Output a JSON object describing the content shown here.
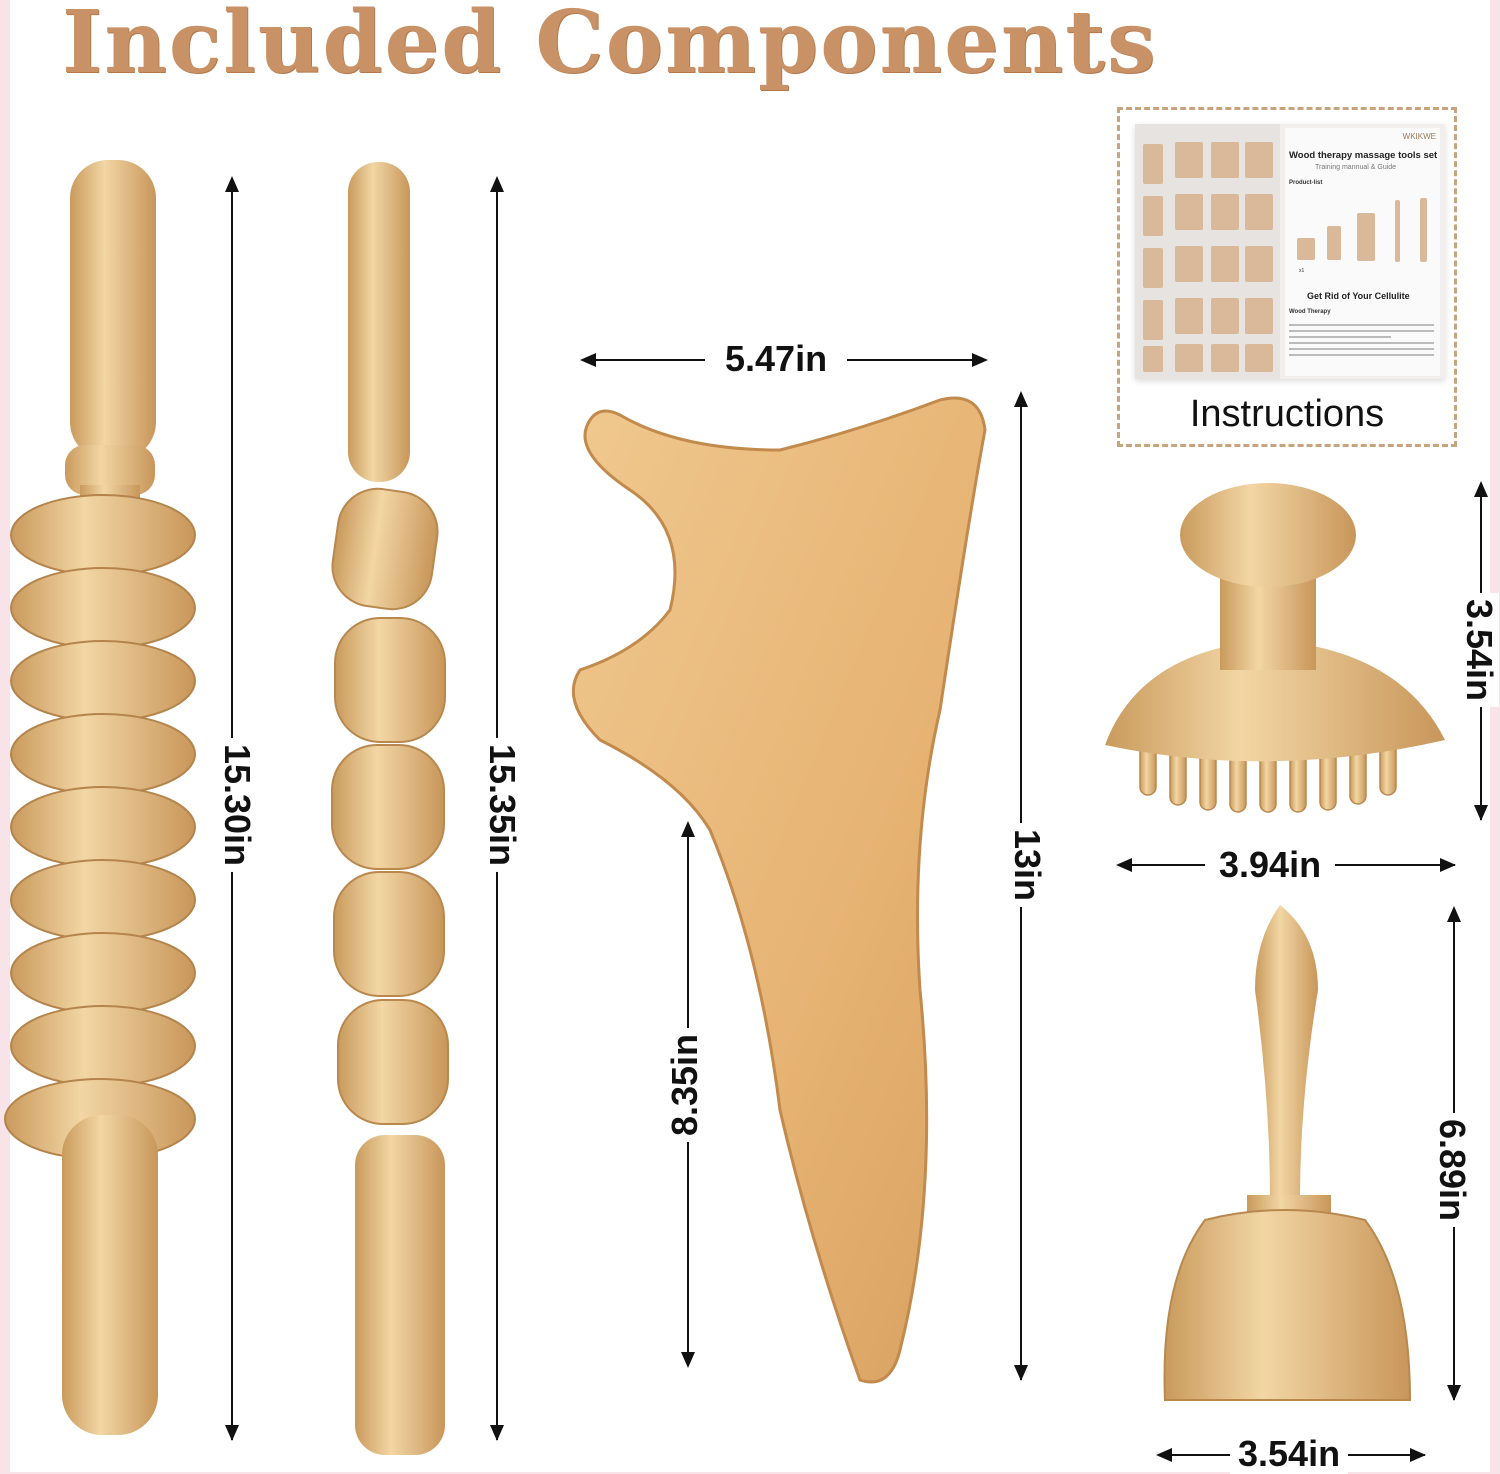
{
  "title": "Included Components",
  "colors": {
    "title": "#c99266",
    "wood": "#e8c48c",
    "border": "#f8e4e8"
  },
  "dimensions": {
    "roller_length": "15.30in",
    "ball_roller_length": "15.35in",
    "board_width": "5.47in",
    "board_length": "13in",
    "board_handle": "8.35in",
    "mushroom_height": "3.54in",
    "mushroom_width": "3.94in",
    "cup_height": "6.89in",
    "cup_width": "3.54in"
  },
  "instructions": {
    "label": "Instructions",
    "brand": "WKIKWE",
    "booklet_title": "Wood therapy massage tools set",
    "booklet_subtitle": "Training mannual & Guide",
    "product_list": "Product-list",
    "quantity": "x1",
    "heading": "Get Rid of Your Cellulite",
    "section": "Wood Therapy"
  }
}
